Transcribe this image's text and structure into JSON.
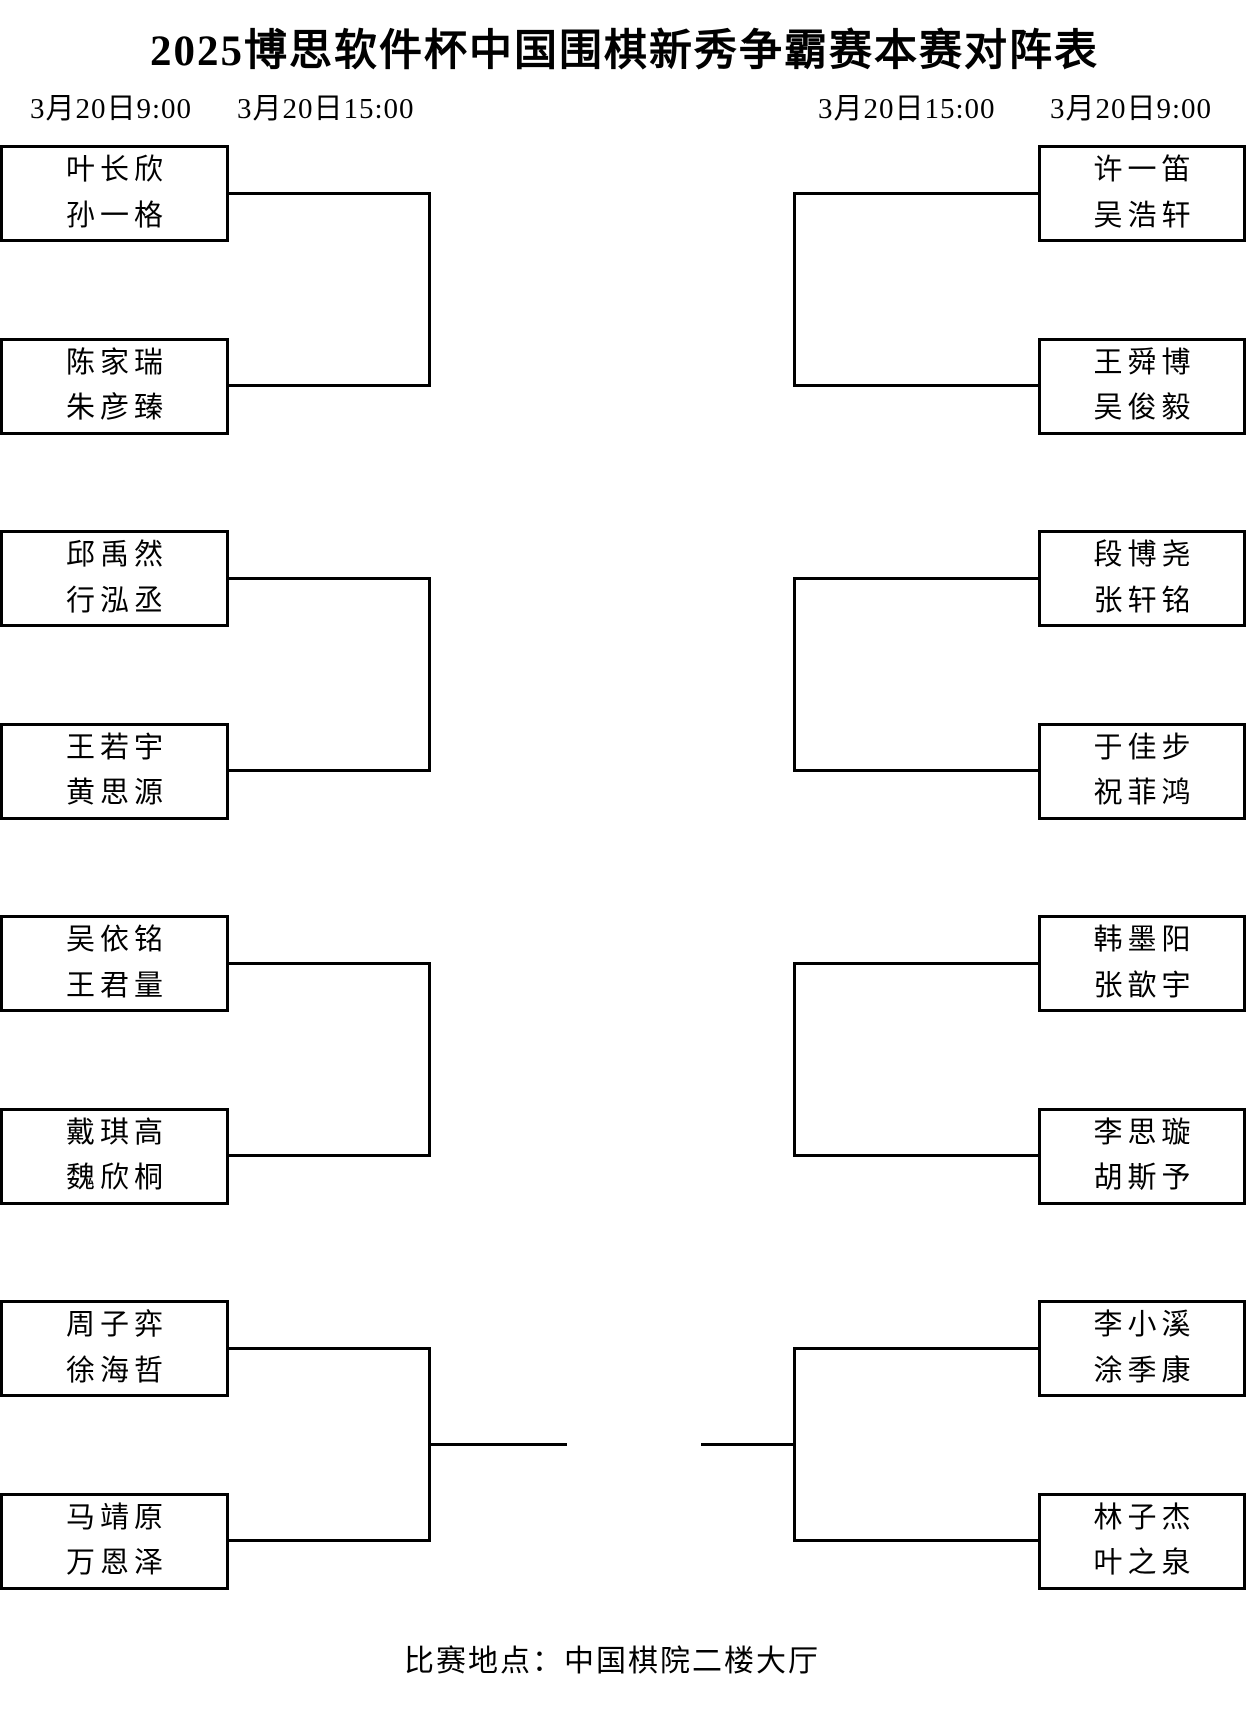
{
  "title": "2025博思软件杯中国围棋新秀争霸赛本赛对阵表",
  "schedule": {
    "left_round1": "3月20日9:00",
    "left_round2": "3月20日15:00",
    "right_round2": "3月20日15:00",
    "right_round1": "3月20日9:00"
  },
  "bracket": {
    "left": [
      {
        "players": [
          "叶长欣",
          "孙一格"
        ]
      },
      {
        "players": [
          "陈家瑞",
          "朱彦臻"
        ]
      },
      {
        "players": [
          "邱禹然",
          "行泓丞"
        ]
      },
      {
        "players": [
          "王若宇",
          "黄思源"
        ]
      },
      {
        "players": [
          "吴依铭",
          "王君量"
        ]
      },
      {
        "players": [
          "戴琪高",
          "魏欣桐"
        ]
      },
      {
        "players": [
          "周子弈",
          "徐海哲"
        ]
      },
      {
        "players": [
          "马靖原",
          "万恩泽"
        ]
      }
    ],
    "right": [
      {
        "players": [
          "许一笛",
          "吴浩轩"
        ]
      },
      {
        "players": [
          "王舜博",
          "吴俊毅"
        ]
      },
      {
        "players": [
          "段博尧",
          "张轩铭"
        ]
      },
      {
        "players": [
          "于佳步",
          "祝菲鸿"
        ]
      },
      {
        "players": [
          "韩墨阳",
          "张歆宇"
        ]
      },
      {
        "players": [
          "李思璇",
          "胡斯予"
        ]
      },
      {
        "players": [
          "李小溪",
          "涂季康"
        ]
      },
      {
        "players": [
          "林子杰",
          "叶之泉"
        ]
      }
    ]
  },
  "venue": "比赛地点：中国棋院二楼大厅",
  "colors": {
    "ink": "#000000",
    "paper": "#ffffff"
  }
}
